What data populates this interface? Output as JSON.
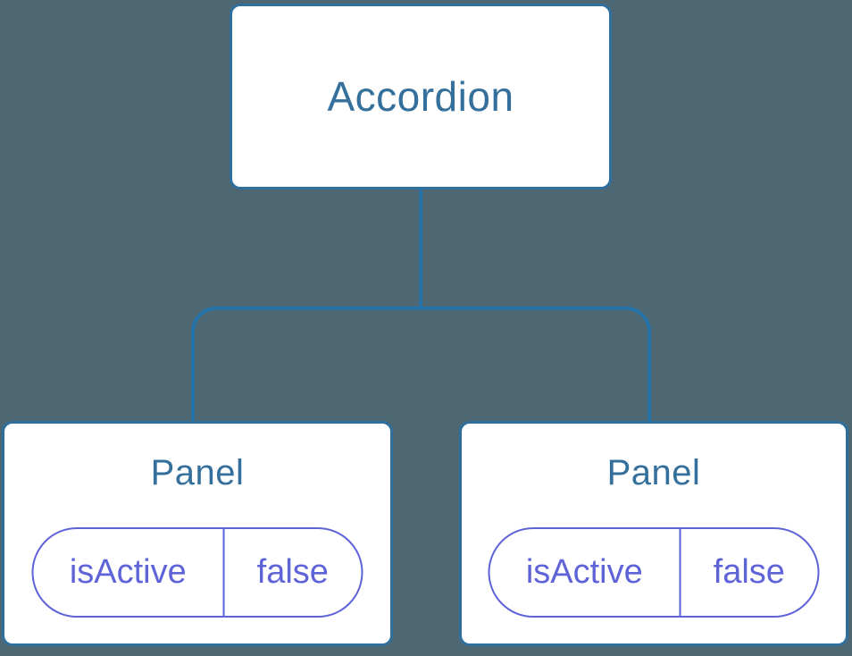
{
  "colors": {
    "background": "#4d6873",
    "line": "#2573a9",
    "node_border": "#2e6f9e",
    "node_bg": "#ffffff",
    "node_text": "#35709c",
    "pill": "#5f63d8"
  },
  "tree": {
    "root": {
      "label": "Accordion"
    },
    "children": [
      {
        "label": "Panel",
        "state": {
          "key": "isActive",
          "value": "false"
        }
      },
      {
        "label": "Panel",
        "state": {
          "key": "isActive",
          "value": "false"
        }
      }
    ]
  }
}
